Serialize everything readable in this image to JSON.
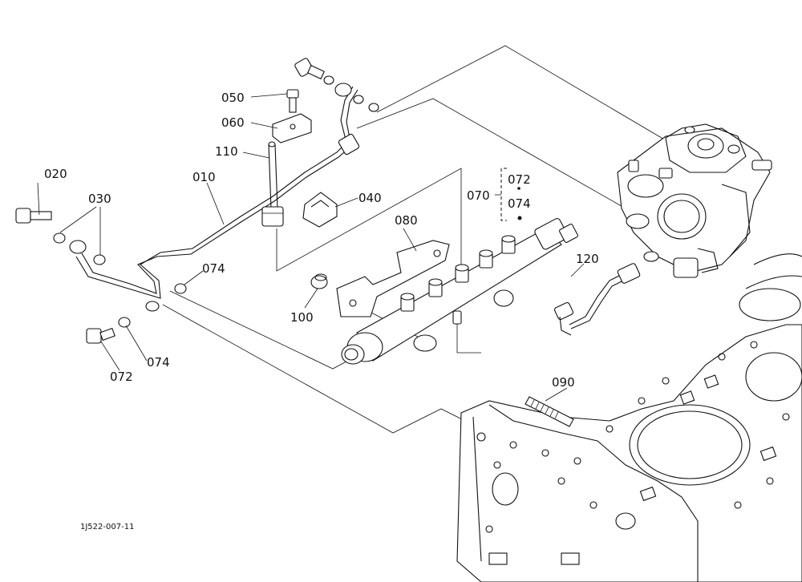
{
  "callouts": [
    {
      "id": "c050",
      "text": "050"
    },
    {
      "id": "c060",
      "text": "060"
    },
    {
      "id": "c110",
      "text": "110"
    },
    {
      "id": "c010",
      "text": "010"
    },
    {
      "id": "c020",
      "text": "020"
    },
    {
      "id": "c030",
      "text": "030"
    },
    {
      "id": "c040",
      "text": "040"
    },
    {
      "id": "c072a",
      "text": "072"
    },
    {
      "id": "c070",
      "text": "070"
    },
    {
      "id": "c074a",
      "text": "074"
    },
    {
      "id": "c080",
      "text": "080"
    },
    {
      "id": "c120",
      "text": "120"
    },
    {
      "id": "c074b",
      "text": "074"
    },
    {
      "id": "c100",
      "text": "100"
    },
    {
      "id": "c074c",
      "text": "074"
    },
    {
      "id": "c072b",
      "text": "072"
    },
    {
      "id": "c090",
      "text": "090"
    }
  ],
  "reference_code": "1J522-007-11"
}
